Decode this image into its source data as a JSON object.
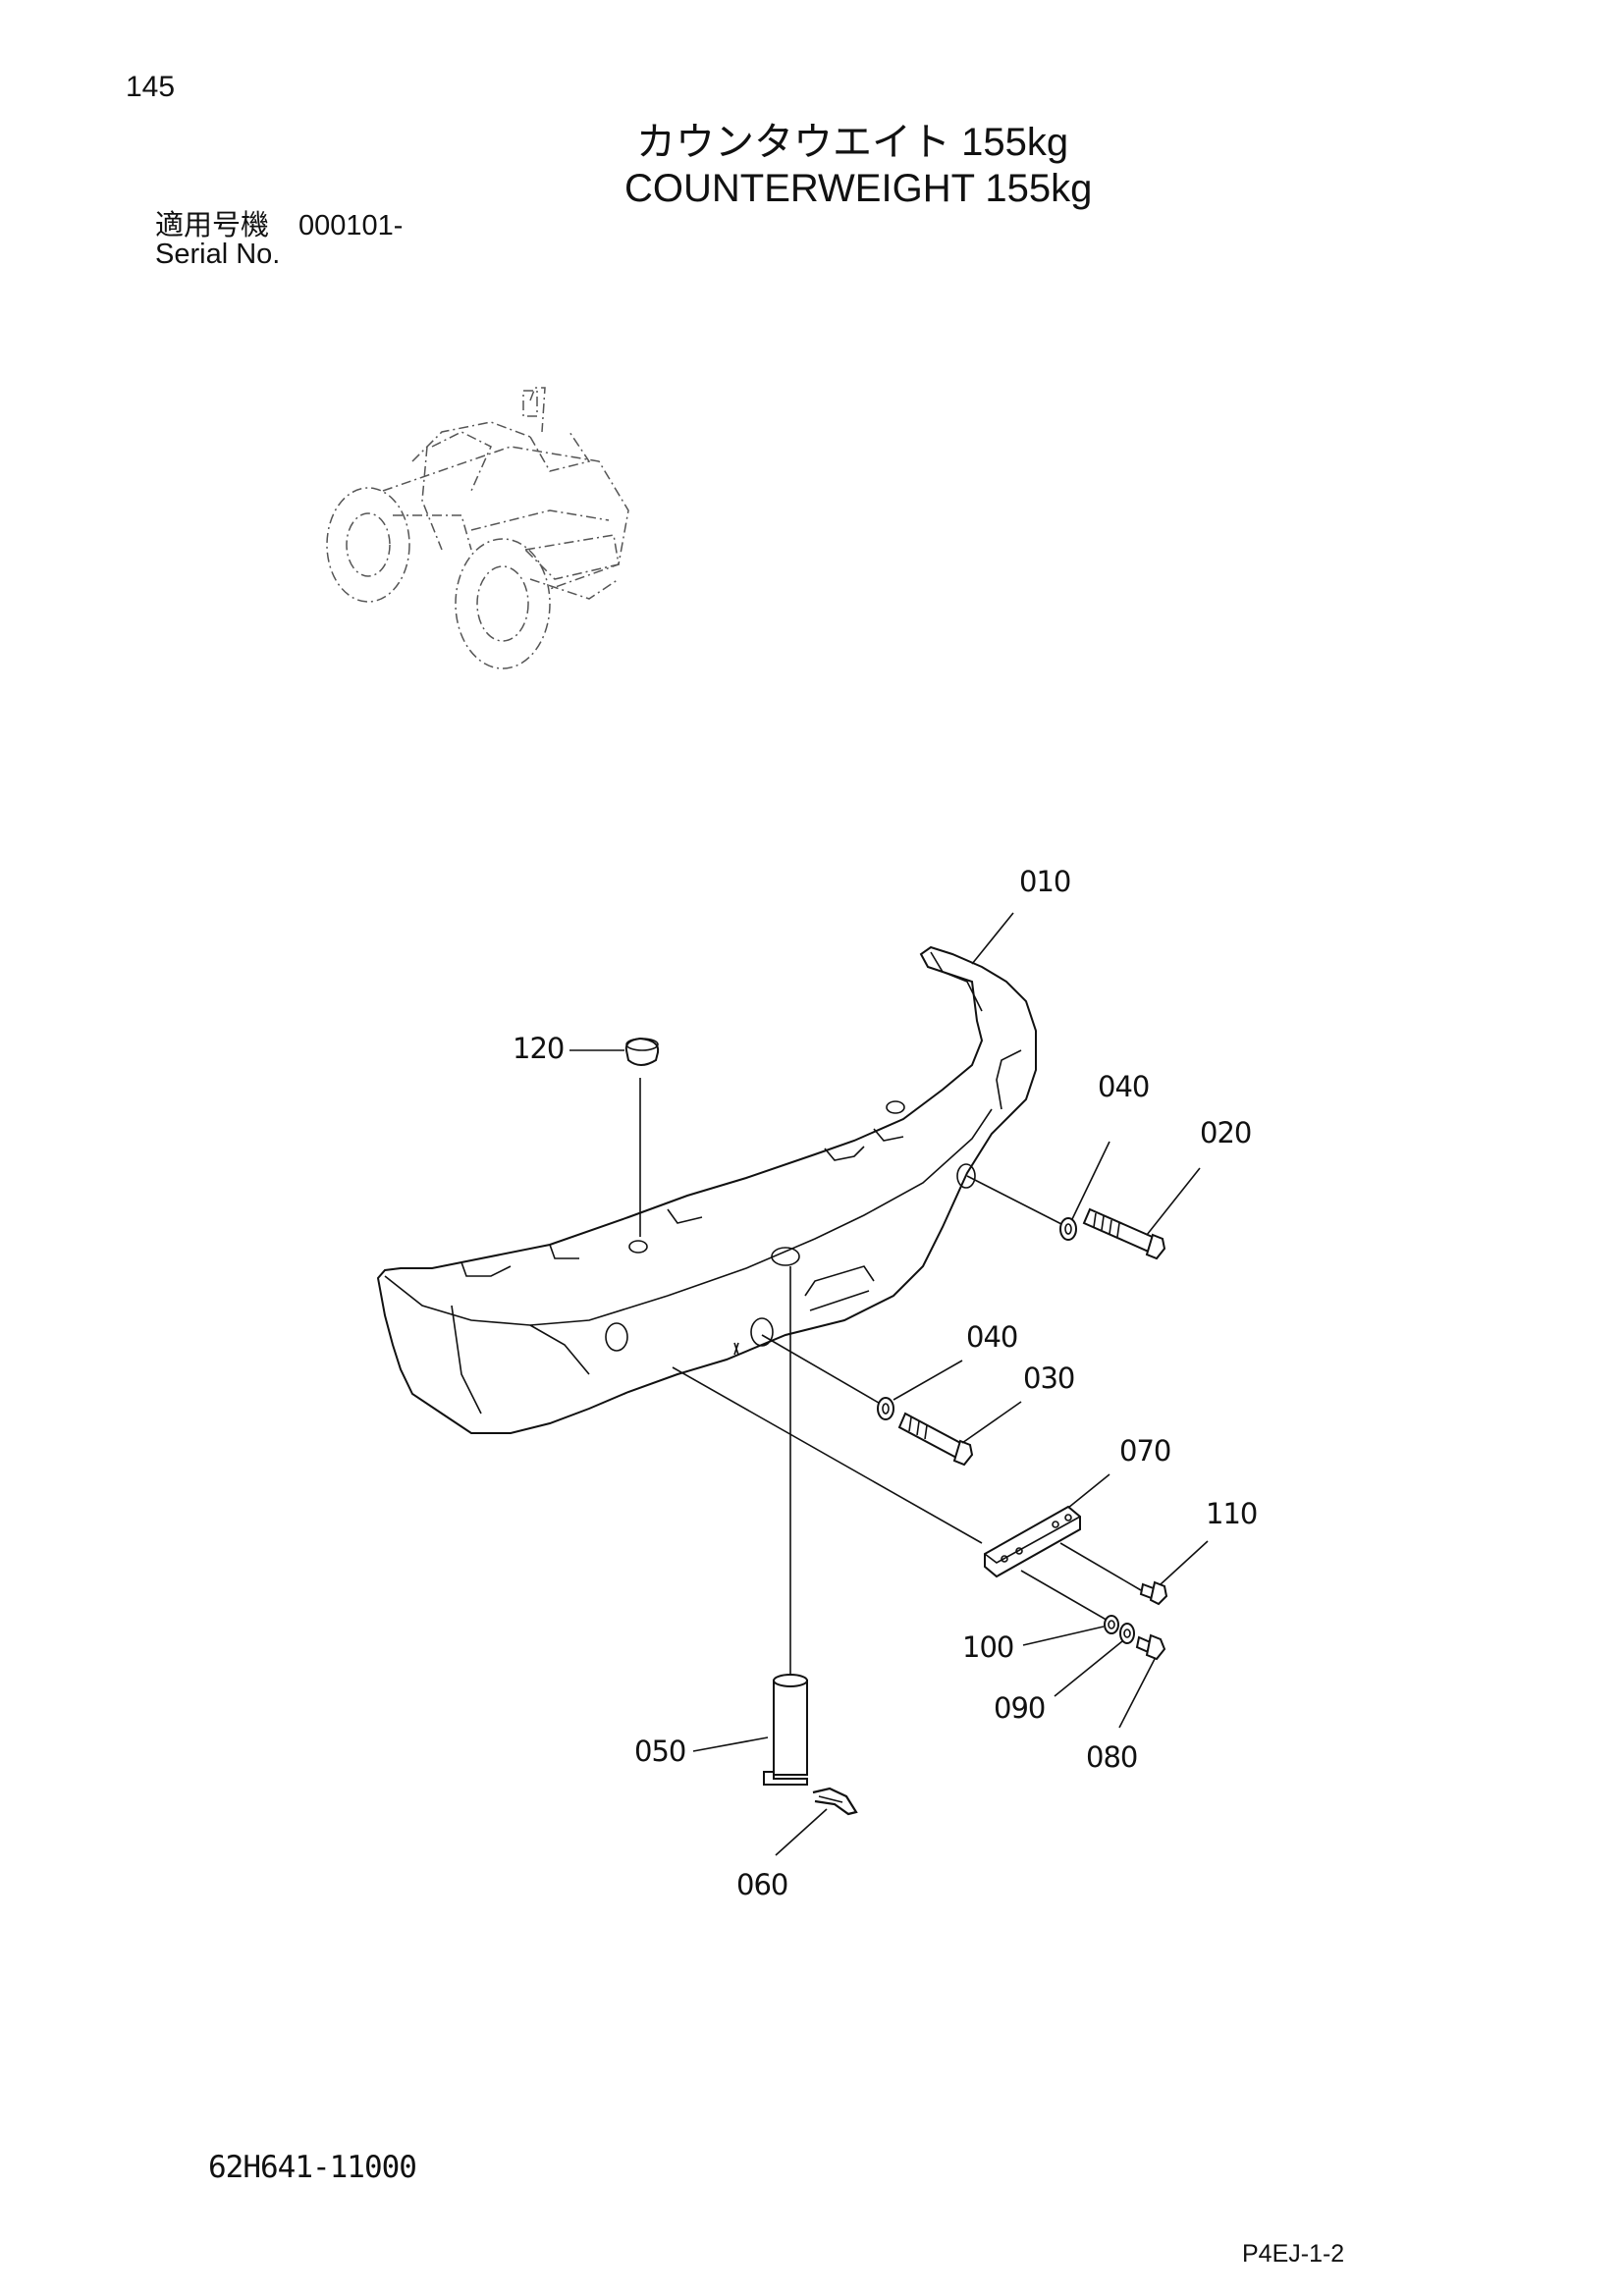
{
  "header": {
    "page_number": "145",
    "title_ja": "カウンタウエイト 155kg",
    "title_en": "COUNTERWEIGHT 155kg",
    "serial_label_ja": "適用号機",
    "serial_value": "000101-",
    "serial_label_en": "Serial No."
  },
  "parts": {
    "p010": "010",
    "p020": "020",
    "p030": "030",
    "p040a": "040",
    "p040b": "040",
    "p050": "050",
    "p060": "060",
    "p070": "070",
    "p080": "080",
    "p090": "090",
    "p100": "100",
    "p110": "110",
    "p120": "120"
  },
  "footer": {
    "drawing_number": "62H641-11000",
    "page_code": "P4EJ-1-2"
  }
}
